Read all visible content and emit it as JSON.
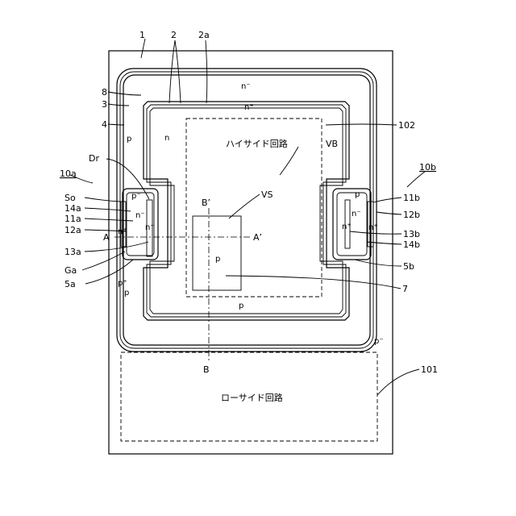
{
  "labels": {
    "n1": "1",
    "n2": "2",
    "n2a": "2a",
    "n8": "8",
    "n3": "3",
    "n4": "4",
    "n102": "102",
    "nDr": "Dr",
    "n10a": "10a",
    "n10b": "10b",
    "nSo": "So",
    "n14a": "14a",
    "n11a": "11a",
    "n12a": "12a",
    "nA": "A",
    "nA2": "A’",
    "n13a": "13a",
    "nGa": "Ga",
    "n5a": "5a",
    "n11b": "11b",
    "n12b": "12b",
    "n13b": "13b",
    "n14b": "14b",
    "n5b": "5b",
    "n7": "7",
    "nB": "B",
    "nB2": "B’",
    "nVS": "VS",
    "nVB": "VB",
    "n101": "101"
  },
  "regions": {
    "n_minus_top": "n⁻",
    "n_plus_top": "n⁺",
    "p_left": "p",
    "n_inner": "n",
    "high_side": "ハイサイド回路",
    "p_minus_left": "p⁻",
    "n_minus_left": "n⁻",
    "n_plus_left_outer": "n⁺",
    "n_plus_left_inner": "n⁺",
    "p_plus_left": "p⁺",
    "p_left_lower": "p",
    "p_vs": "p",
    "p_bottom": "p",
    "p_minus_right_top": "p⁻",
    "n_minus_right": "n⁻",
    "n_plus_right_inner": "n⁺",
    "n_plus_right_outer": "n⁺",
    "p_minus_right_bottom": "p⁻",
    "low_side": "ローサイド回路"
  }
}
